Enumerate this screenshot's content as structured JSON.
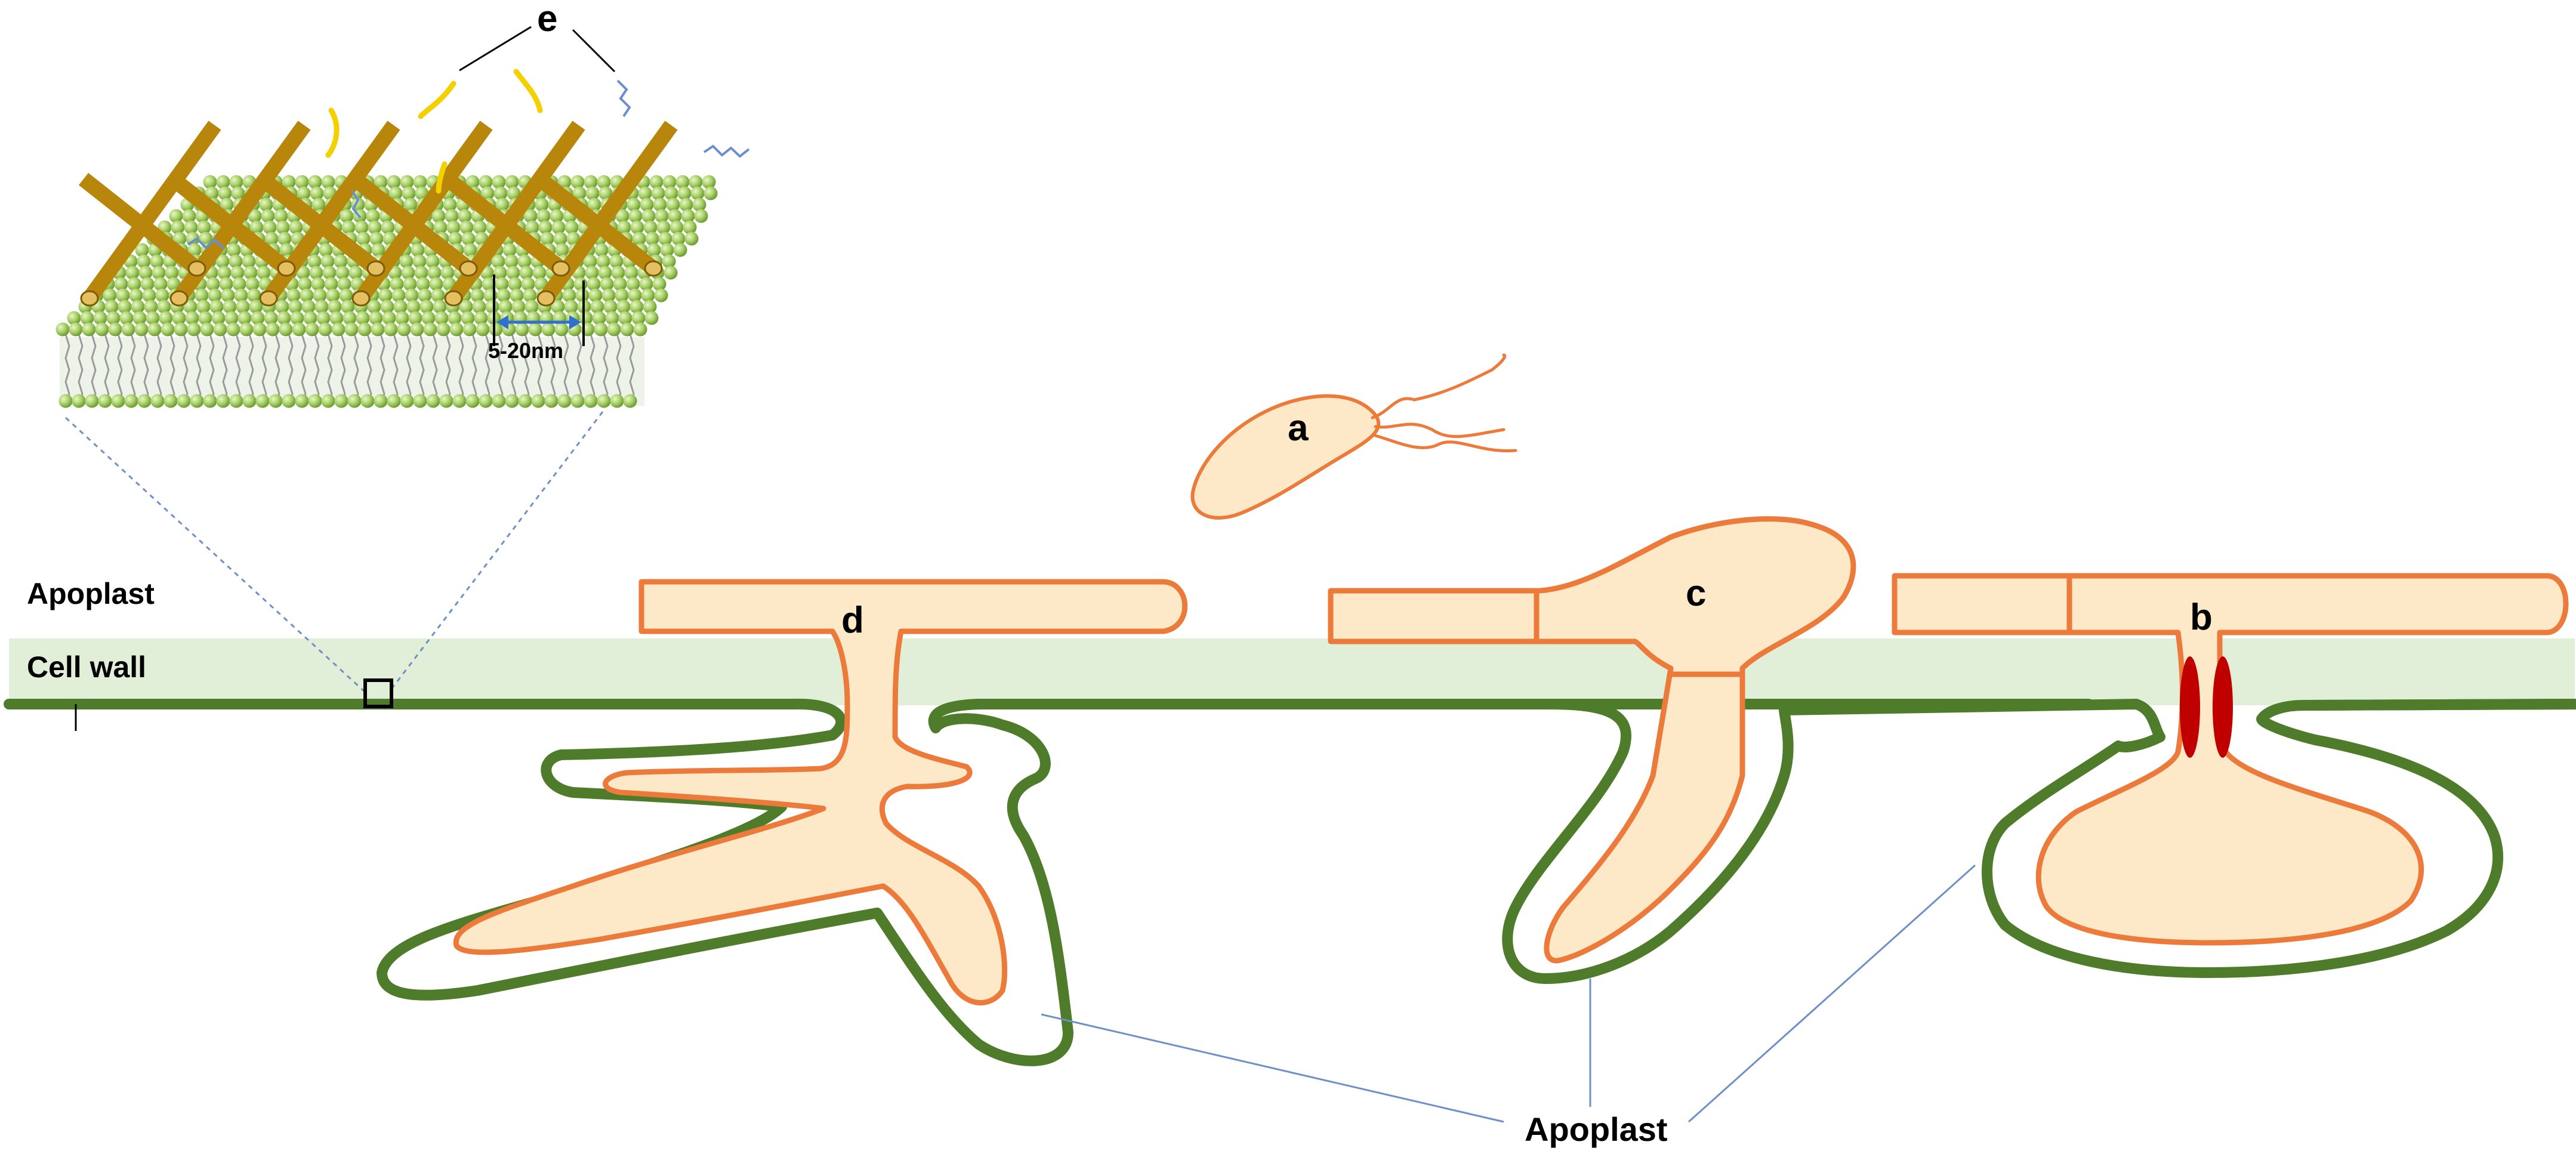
{
  "labels": {
    "apoplast_top": "Apoplast",
    "cell_wall": "Cell wall",
    "apoplast_bottom": "Apoplast",
    "a": "a",
    "b": "b",
    "c": "c",
    "d": "d",
    "e": "e",
    "scale": "5-20nm"
  },
  "colors": {
    "cell_wall_band": "#e1efd8",
    "membrane_green": "#4e7c2a",
    "hypha_outline": "#ec7a3a",
    "hypha_fill": "#fde9c8",
    "septum_red": "#c00000",
    "lipid_head": "#a9d26a",
    "cellulose_brown": "#b8860b",
    "pointer_blue": "#6f8fc9",
    "scale_arrow": "#2e6fcf"
  },
  "icons": {
    "bacterium": "bacterium-icon",
    "membrane_inset": "lipid-bilayer-with-cellulose-icon"
  }
}
